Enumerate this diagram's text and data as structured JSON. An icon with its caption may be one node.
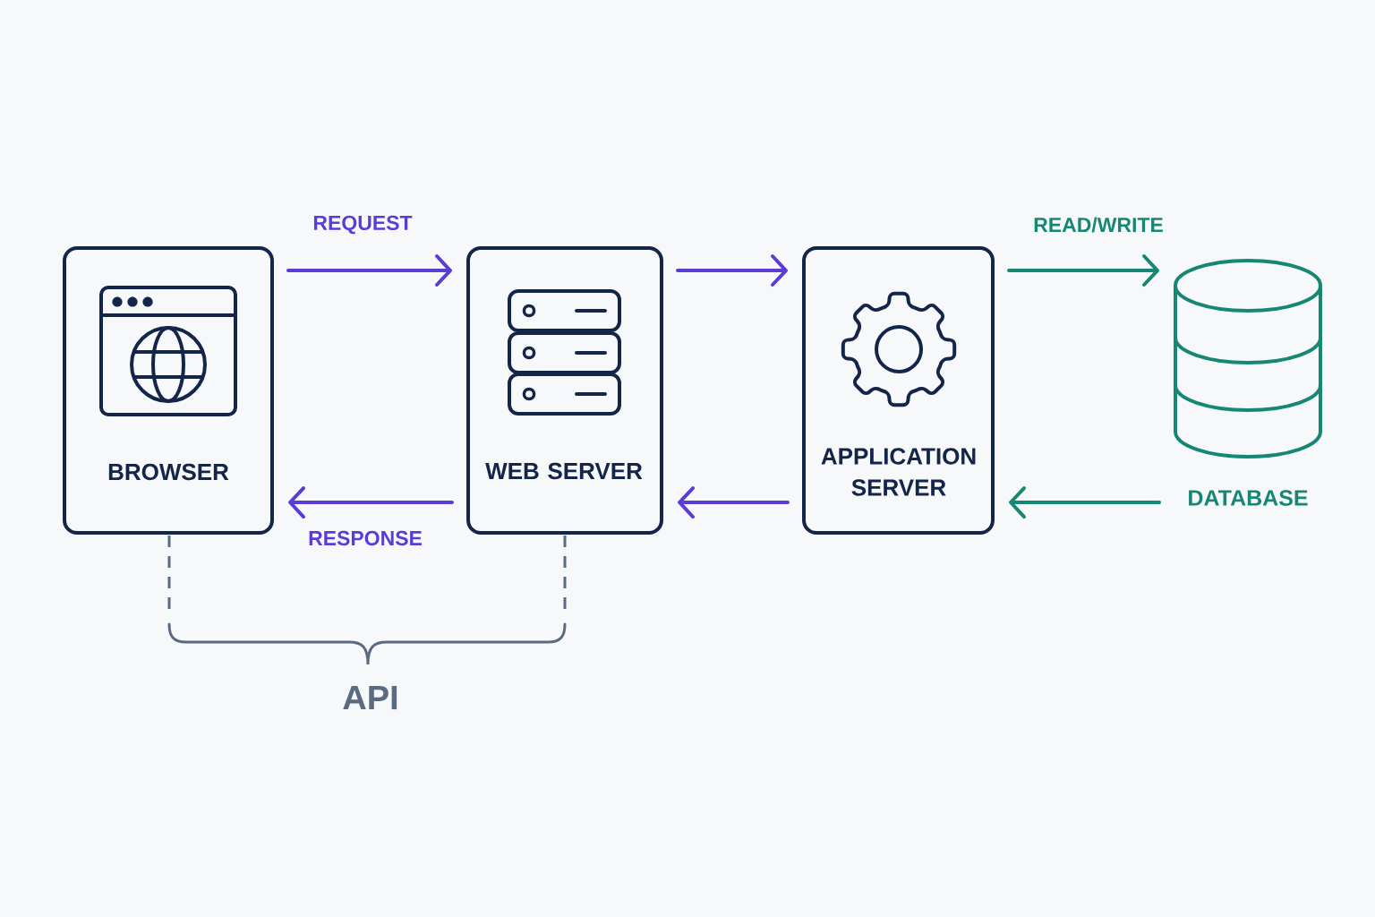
{
  "diagram": {
    "nodes": [
      {
        "text": [
          "BROWSER"
        ]
      },
      {
        "text": [
          "WEB SERVER"
        ]
      },
      {
        "text": [
          "APPLICATION SERVER"
        ]
      },
      {
        "text": [
          "DATABASE"
        ]
      }
    ],
    "edges": [
      {
        "from": 0,
        "to": 1,
        "arrow": "to",
        "label": "REQUEST"
      },
      {
        "from": 1,
        "to": 2,
        "arrow": "to"
      },
      {
        "from": 2,
        "to": 3,
        "arrow": "to",
        "label": "READ/WRITE",
        "color": "#168773"
      },
      {
        "from": 3,
        "to": 2,
        "arrow": "to",
        "color": "#168773"
      },
      {
        "from": 2,
        "to": 1,
        "arrow": "to"
      },
      {
        "from": 1,
        "to": 0,
        "arrow": "to",
        "label": "RESPONSE"
      }
    ],
    "labels": [
      "API"
    ]
  }
}
